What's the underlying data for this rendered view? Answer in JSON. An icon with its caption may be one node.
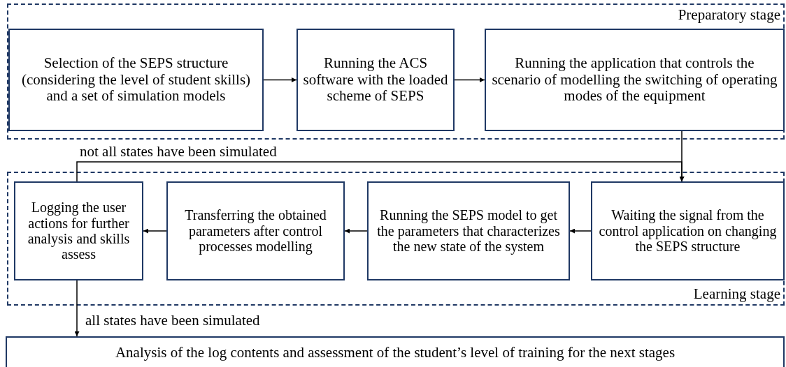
{
  "diagram": {
    "nodes": [
      {
        "text": [
          "Preparatory stage"
        ]
      },
      {
        "text": [
          "Selection of the SEPS structure (considering the level of student skills) and a set of simulation models"
        ],
        "in": 0
      },
      {
        "text": [
          "Running the ACS software with the loaded scheme of SEPS"
        ],
        "in": 0
      },
      {
        "text": [
          "Running the application that controls the scenario of modelling the switching of operating modes of the equipment"
        ],
        "in": 0
      },
      {
        "text": [
          "Learning stage"
        ]
      },
      {
        "text": [
          "Logging the user actions for further analysis and skills assess"
        ],
        "in": 4
      },
      {
        "text": [
          "Transferring the obtained parameters after control processes modelling"
        ],
        "in": 4
      },
      {
        "text": [
          "Running the SEPS model to get the parameters that characterizes the new state of the system"
        ],
        "in": 4
      },
      {
        "text": [
          "Waiting the signal from the control application on changing the SEPS structure"
        ],
        "in": 4
      },
      {
        "text": [
          "Analysis of the log contents and assessment of the student’s level of training for the next stages"
        ]
      }
    ],
    "edges": [
      {
        "from": 1,
        "to": 2,
        "arrow": "to"
      },
      {
        "from": 2,
        "to": 3,
        "arrow": "to"
      },
      {
        "from": 3,
        "to": 8,
        "arrow": "to"
      },
      {
        "from": 5,
        "to": 8,
        "arrow": "to",
        "label": "not all states have been simulated"
      },
      {
        "from": 8,
        "to": 7,
        "arrow": "to"
      },
      {
        "from": 7,
        "to": 6,
        "arrow": "to"
      },
      {
        "from": 6,
        "to": 5,
        "arrow": "to"
      },
      {
        "from": 5,
        "to": 9,
        "arrow": "to",
        "label": "all states have been simulated"
      }
    ]
  }
}
